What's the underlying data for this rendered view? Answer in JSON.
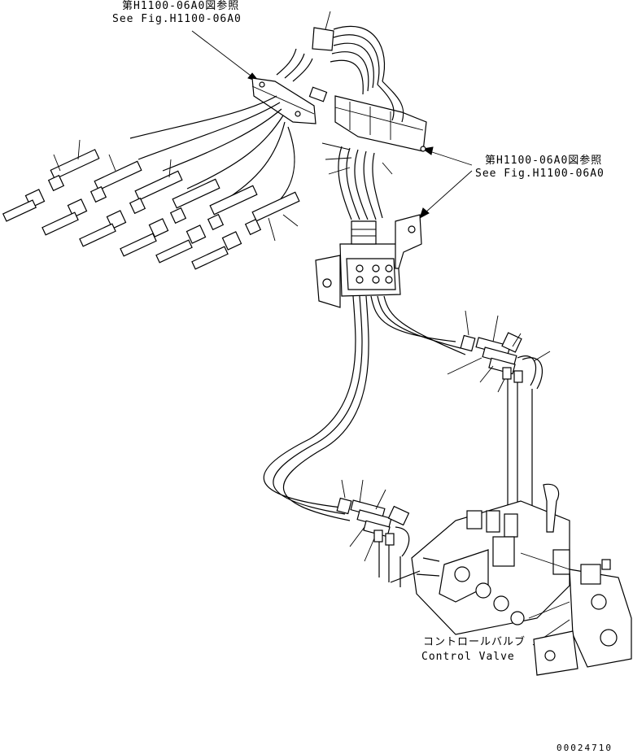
{
  "callouts": {
    "top_left": {
      "jp": "第H1100-06A0図参照",
      "en": "See Fig.H1100-06A0"
    },
    "right": {
      "jp": "第H1100-06A0図参照",
      "en": "See Fig.H1100-06A0"
    },
    "control_valve": {
      "jp": "コントロールバルブ",
      "en": "Control Valve"
    }
  },
  "drawing_number": "00024710"
}
